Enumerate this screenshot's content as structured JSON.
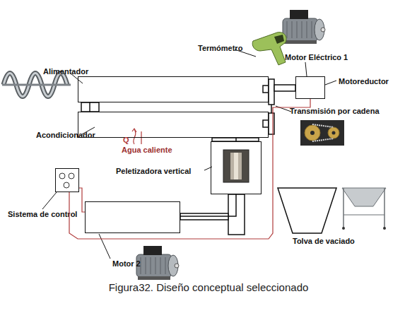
{
  "diagram": {
    "caption": "Figura32. Diseño conceptual seleccionado",
    "nodes": [
      {
        "text": [
          "Alimentador"
        ]
      },
      {
        "text": [
          "Acondicionador"
        ]
      },
      {
        "text": [
          "Motor Eléctrico 1",
          "Motoreductor"
        ]
      },
      {
        "text": [
          "Peletizadora vertical"
        ]
      },
      {
        "text": [
          "Sistema de control"
        ]
      },
      {
        "text": [
          "Tolva de vaciado"
        ]
      },
      {
        "text": [
          "Motor 2"
        ]
      }
    ],
    "edges": [
      {
        "from": 0,
        "to": 1,
        "arrow": "none"
      },
      {
        "from": 1,
        "to": 3,
        "arrow": "none"
      },
      {
        "from": 6,
        "to": 3,
        "arrow": "none"
      },
      {
        "from": 4,
        "to": 6,
        "arrow": "none"
      },
      {
        "from": 4,
        "to": 2,
        "arrow": "none"
      }
    ],
    "labels": [
      "Termómetro",
      "Transmisión por cadena",
      "Q",
      "Agua caliente"
    ]
  }
}
